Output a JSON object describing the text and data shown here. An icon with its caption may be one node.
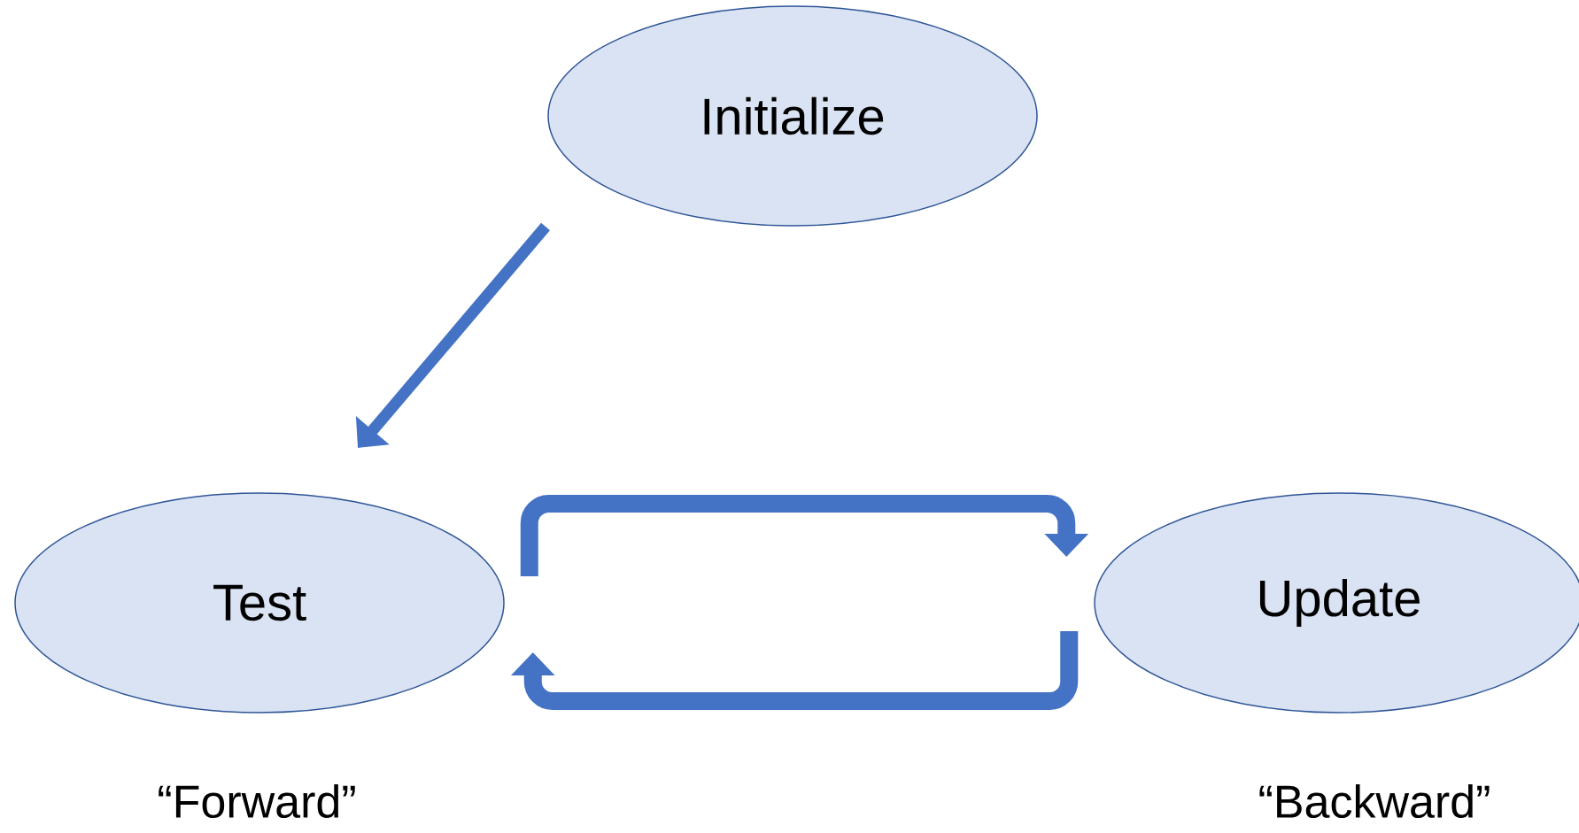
{
  "diagram": {
    "nodes": [
      {
        "text": [
          "Initialize"
        ]
      },
      {
        "text": [
          "Test"
        ],
        "beside": [
          "“Forward”"
        ]
      },
      {
        "text": [
          "Update"
        ],
        "beside": [
          "“Backward”"
        ]
      }
    ],
    "edges": [
      {
        "from": 0,
        "to": 1,
        "arrow": "to"
      },
      {
        "from": 1,
        "to": 2,
        "arrow": "to"
      },
      {
        "from": 2,
        "to": 1,
        "arrow": "to"
      }
    ]
  }
}
